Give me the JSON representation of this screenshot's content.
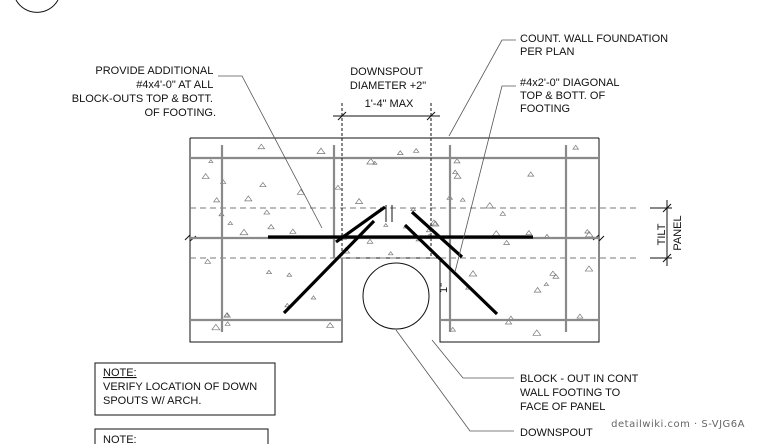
{
  "annotations": {
    "additional_bars": [
      "PROVIDE ADDITIONAL",
      "#4x4'-0\" AT ALL",
      "BLOCK-OUTS TOP & BOTT.",
      "OF FOOTING."
    ],
    "downspout_dim": [
      "DOWNSPOUT",
      "DIAMETER +2\""
    ],
    "max_dim": "1'-4\" MAX",
    "cont_wall": [
      "COUNT. WALL FOUNDATION",
      "PER PLAN"
    ],
    "diagonal_bars": [
      "#4x2'-0\" DIAGONAL",
      "TOP & BOTT. OF",
      "FOOTING"
    ],
    "tilt_panel": [
      "TILT",
      "PANEL"
    ],
    "lap_mark": "1\"",
    "block_out": [
      "BLOCK - OUT IN CONT",
      "WALL FOOTING TO",
      "FACE OF PANEL"
    ],
    "downspout": "DOWNSPOUT"
  },
  "notes": [
    {
      "heading": "NOTE:",
      "lines": [
        "VERIFY LOCATION OF DOWN",
        "SPOUTS W/ ARCH."
      ]
    },
    {
      "heading": "NOTE:",
      "lines": []
    }
  ],
  "watermark": "detailwiki.com · S-VJG6A",
  "colors": {
    "line": "#111111",
    "rebar": "#000000",
    "grid_bar": "#8a8a8a",
    "dash": "#7a7a7a"
  }
}
